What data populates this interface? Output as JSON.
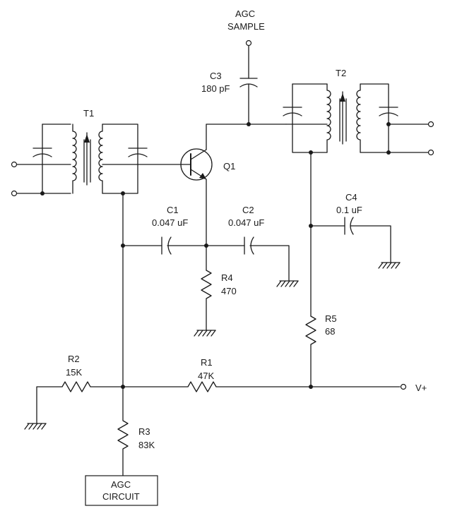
{
  "labels": {
    "agc_sample_line1": "AGC",
    "agc_sample_line2": "SAMPLE",
    "c3_name": "C3",
    "c3_value": "180 pF",
    "t1_name": "T1",
    "t2_name": "T2",
    "q1_name": "Q1",
    "c1_name": "C1",
    "c1_value": "0.047 uF",
    "c2_name": "C2",
    "c2_value": "0.047 uF",
    "c4_name": "C4",
    "c4_value": "0.1 uF",
    "r4_name": "R4",
    "r4_value": "470",
    "r5_name": "R5",
    "r5_value": "68",
    "r2_name": "R2",
    "r2_value": "15K",
    "r1_name": "R1",
    "r1_value": "47K",
    "r3_name": "R3",
    "r3_value": "83K",
    "vplus": "V+",
    "agc_circuit_line1": "AGC",
    "agc_circuit_line2": "CIRCUIT"
  },
  "colors": {
    "ink": "#1a1a1a",
    "background": "#ffffff"
  }
}
